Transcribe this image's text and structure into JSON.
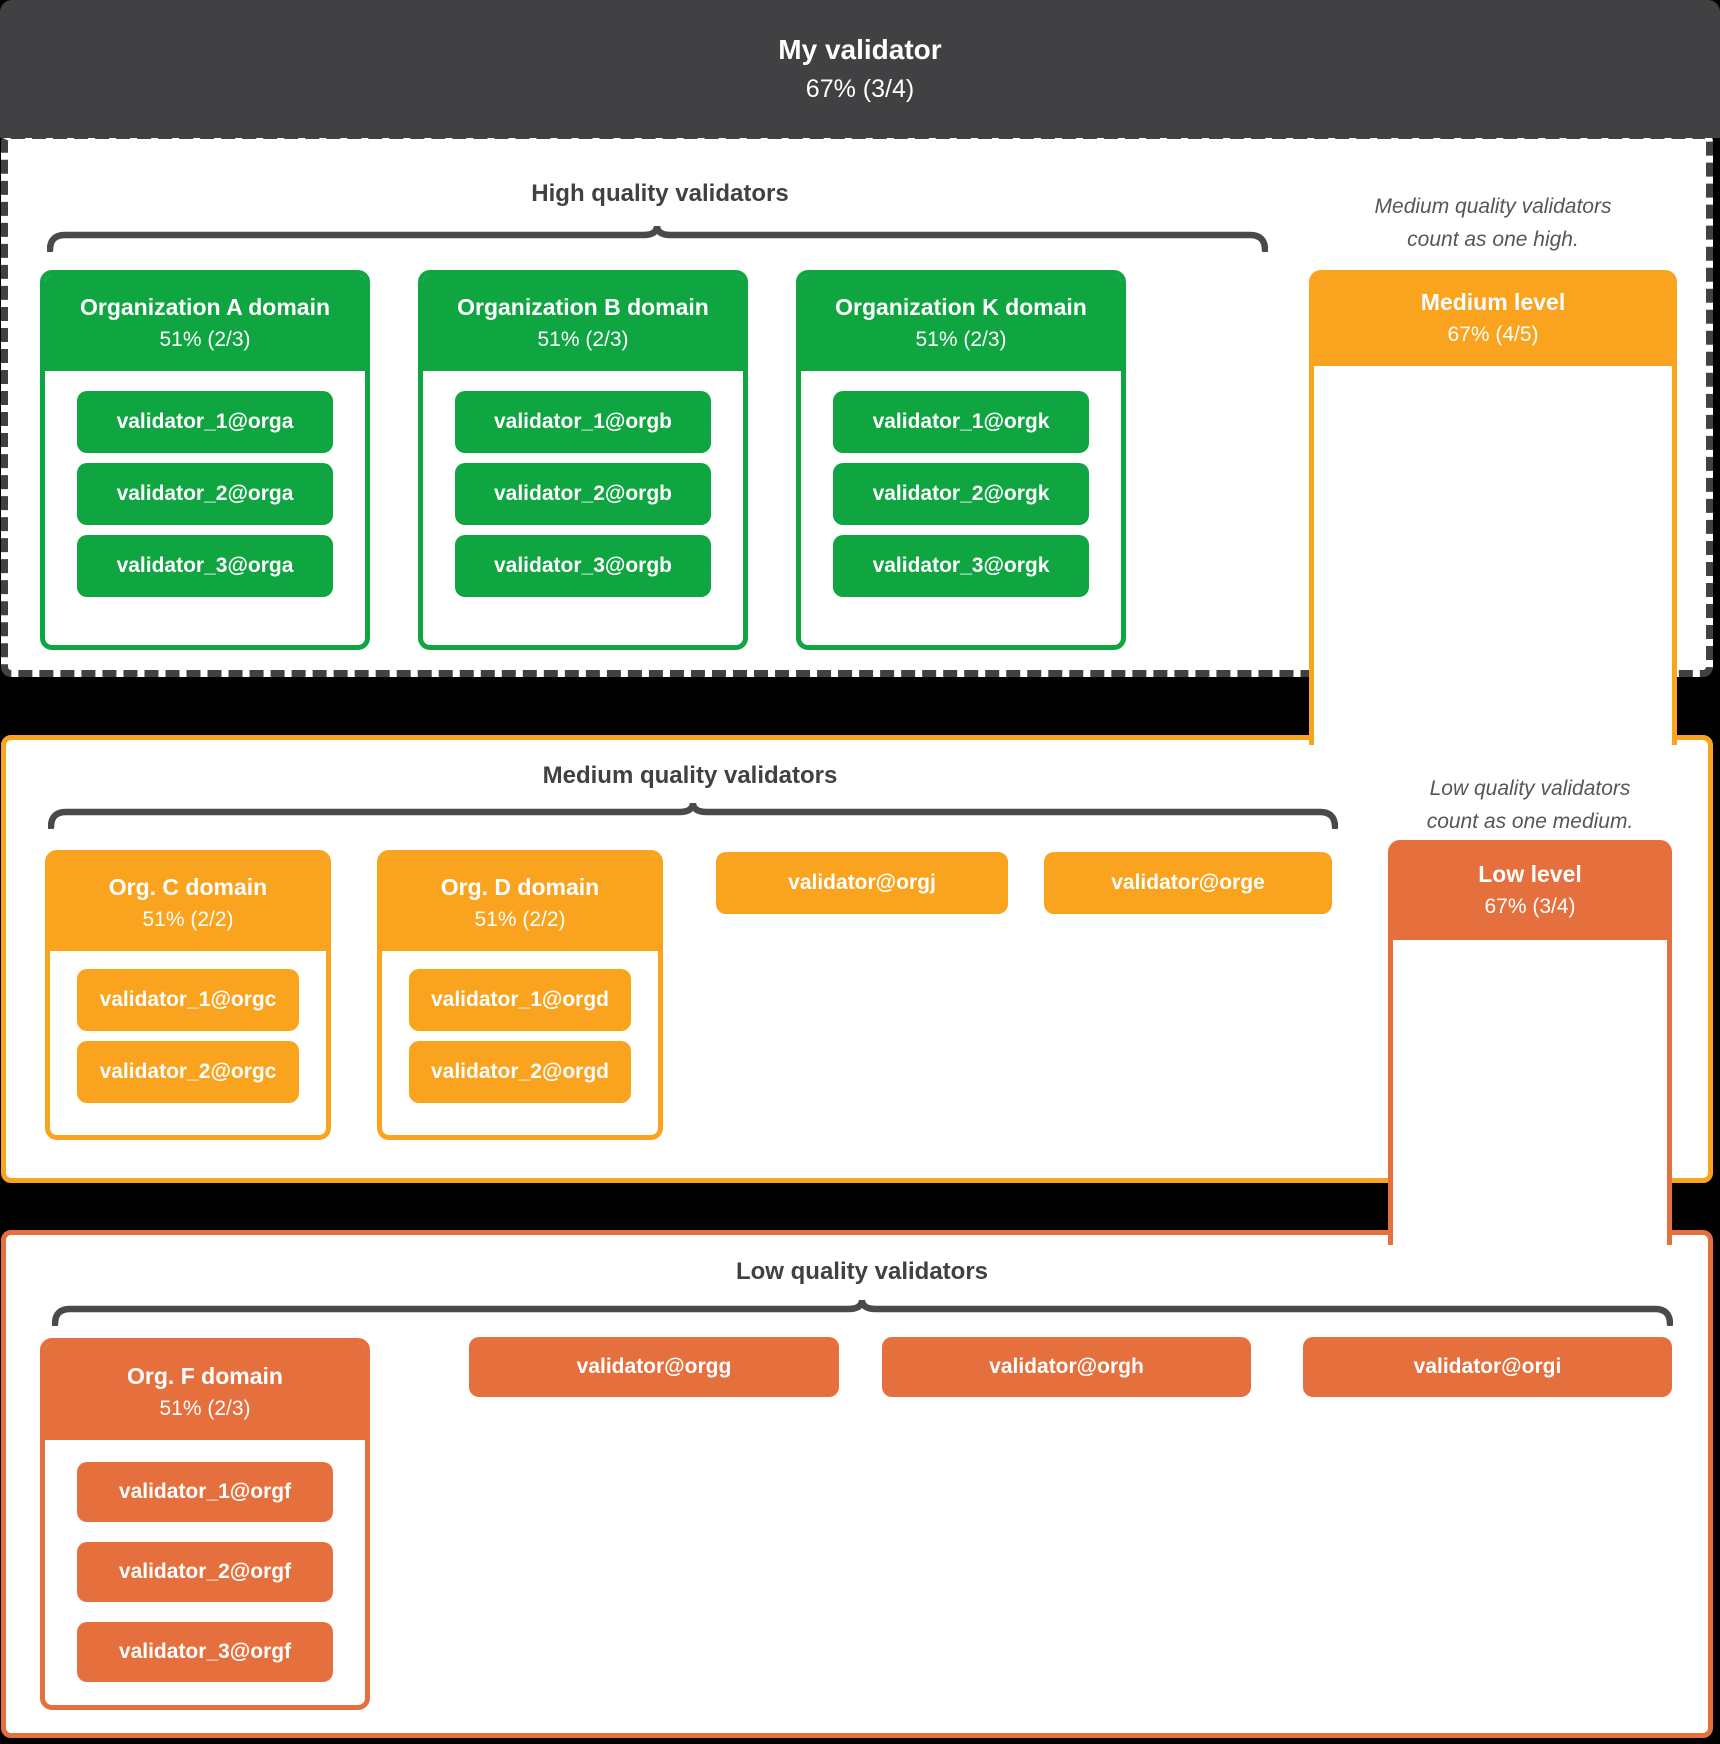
{
  "header": {
    "title": "My validator",
    "subtitle": "67% (3/4)"
  },
  "high": {
    "title": "High quality validators",
    "note_line1": "Medium quality validators",
    "note_line2": "count as one high.",
    "orgs": [
      {
        "name": "Organization A domain",
        "pct": "51% (2/3)",
        "validators": [
          "validator_1@orga",
          "validator_2@orga",
          "validator_3@orga"
        ]
      },
      {
        "name": "Organization B domain",
        "pct": "51% (2/3)",
        "validators": [
          "validator_1@orgb",
          "validator_2@orgb",
          "validator_3@orgb"
        ]
      },
      {
        "name": "Organization K domain",
        "pct": "51% (2/3)",
        "validators": [
          "validator_1@orgk",
          "validator_2@orgk",
          "validator_3@orgk"
        ]
      }
    ],
    "level_box": {
      "title": "Medium level",
      "pct": "67% (4/5)"
    }
  },
  "medium": {
    "title": "Medium quality validators",
    "note_line1": "Low quality validators",
    "note_line2": "count as one medium.",
    "orgs": [
      {
        "name": "Org. C domain",
        "pct": "51% (2/2)",
        "validators": [
          "validator_1@orgc",
          "validator_2@orgc"
        ]
      },
      {
        "name": "Org. D domain",
        "pct": "51% (2/2)",
        "validators": [
          "validator_1@orgd",
          "validator_2@orgd"
        ]
      }
    ],
    "pills": [
      "validator@orgj",
      "validator@orge"
    ],
    "level_box": {
      "title": "Low level",
      "pct": "67% (3/4)"
    }
  },
  "low": {
    "title": "Low quality validators",
    "orgs": [
      {
        "name": "Org. F domain",
        "pct": "51% (2/3)",
        "validators": [
          "validator_1@orgf",
          "validator_2@orgf",
          "validator_3@orgf"
        ]
      }
    ],
    "pills": [
      "validator@orgg",
      "validator@orgh",
      "validator@orgi"
    ]
  },
  "colors": {
    "green": "#0FA642",
    "medium_orange": "#F9A31E",
    "low_orange": "#E5703E",
    "dark": "#414042",
    "background": "#000000"
  }
}
